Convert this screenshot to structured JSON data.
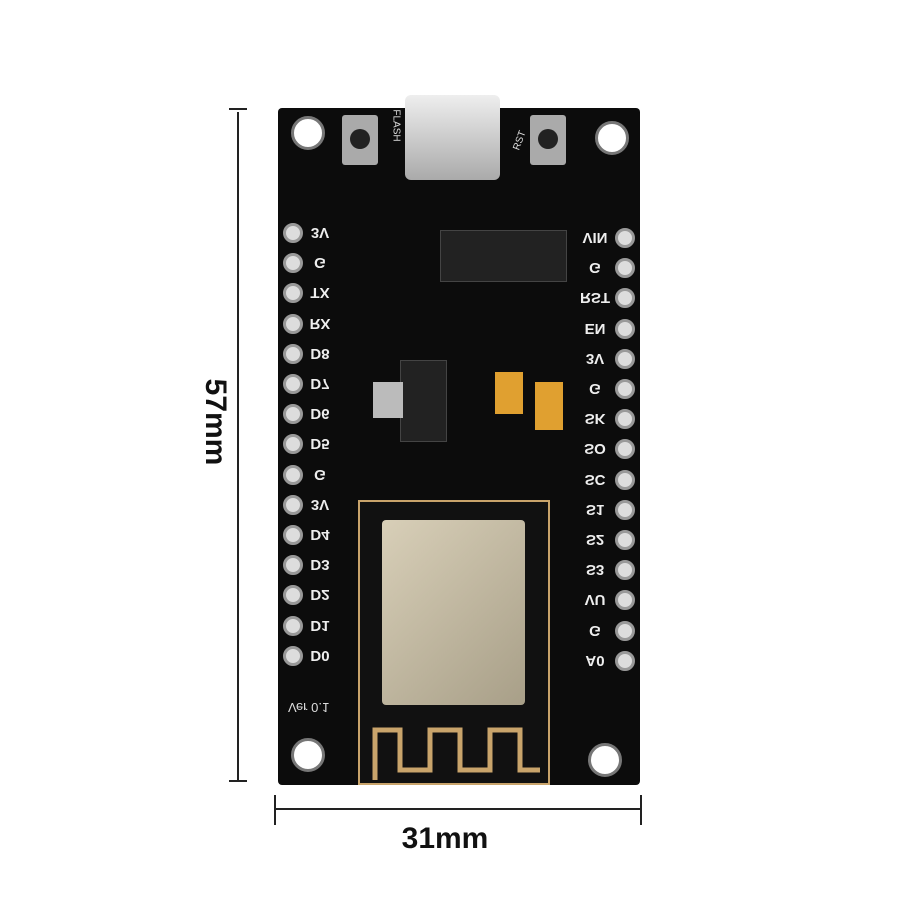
{
  "dimensions": {
    "height_label": "57mm",
    "width_label": "31mm"
  },
  "board": {
    "buttons": [
      "FLASH",
      "RST"
    ],
    "version_label": "Ver 0.1",
    "left_pins": [
      "3V",
      "G",
      "TX",
      "RX",
      "D8",
      "D7",
      "D6",
      "D5",
      "G",
      "3V",
      "D4",
      "D3",
      "D2",
      "D1",
      "D0"
    ],
    "right_pins": [
      "VIN",
      "G",
      "RST",
      "EN",
      "3V",
      "G",
      "SK",
      "SO",
      "SC",
      "S1",
      "S2",
      "S3",
      "VU",
      "G",
      "A0"
    ]
  }
}
